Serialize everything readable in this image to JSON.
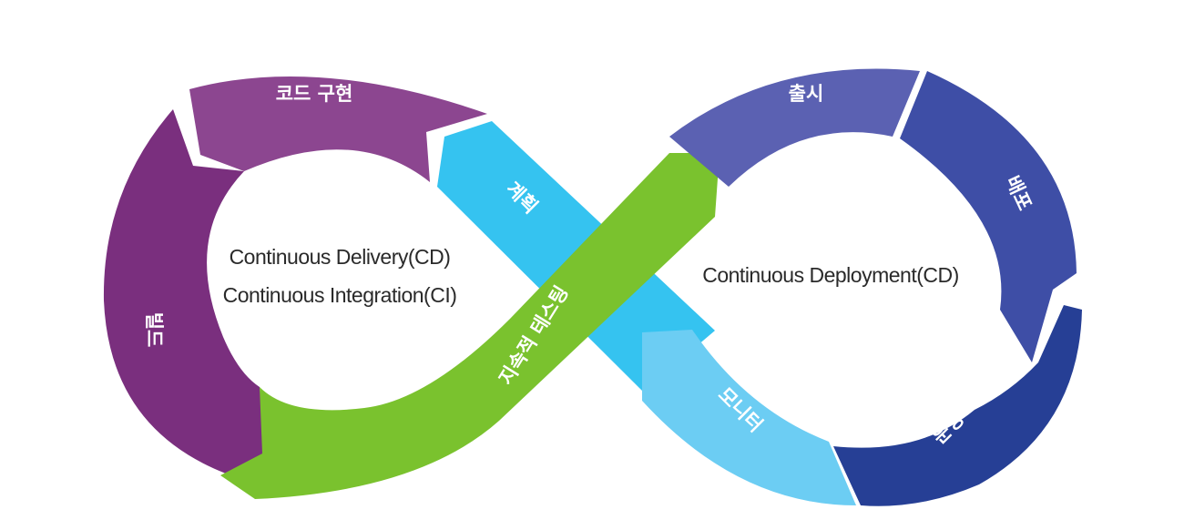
{
  "diagram": {
    "left_loop_text": {
      "line1": "Continuous Delivery(CD)",
      "line2": "Continuous Integration(CI)"
    },
    "right_loop_text": "Continuous Deployment(CD)",
    "segments": {
      "code": "코드 구현",
      "build": "빌드",
      "plan": "계획",
      "test": "지속적 테스팅",
      "release": "출시",
      "deploy": "배포",
      "operate": "운영",
      "monitor": "모니터"
    },
    "colors": {
      "code": "#8c4690",
      "build": "#7a2f7e",
      "plan": "#35c3f0",
      "test": "#7ac22e",
      "release": "#5b61b2",
      "deploy": "#3e4ea6",
      "operate": "#263f95",
      "monitor": "#6ccdf3"
    }
  }
}
